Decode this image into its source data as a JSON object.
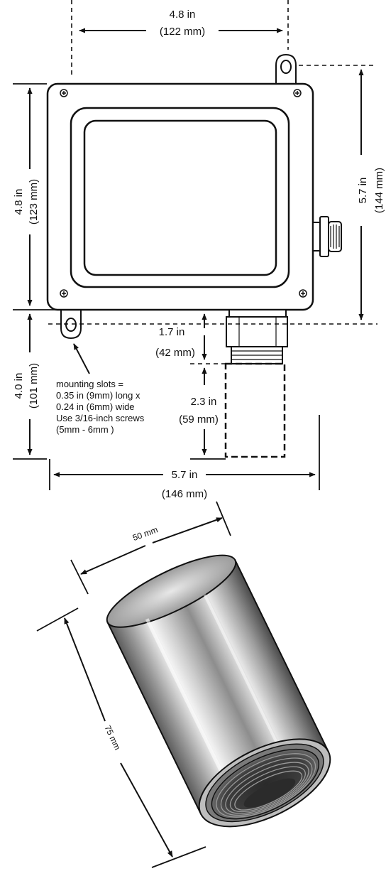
{
  "enclosure": {
    "width": {
      "in": "4.8 in",
      "mm": "(122 mm)"
    },
    "height": {
      "in": "4.8 in",
      "mm": "(123 mm)"
    },
    "overall_height": {
      "in": "5.7 in",
      "mm": "(144 mm)"
    },
    "below_height": {
      "in": "4.0 in",
      "mm": "(101 mm)"
    },
    "connector_length": {
      "in": "1.7 in",
      "mm": "(42 mm)"
    },
    "tube_length": {
      "in": "2.3 in",
      "mm": "(59 mm)"
    },
    "overall_width": {
      "in": "5.7 in",
      "mm": "(146 mm)"
    },
    "mounting_note": [
      "mounting  slots =",
      "0.35 in (9mm) long x",
      "0.24 in (6mm) wide",
      "Use 3/16-inch screws",
      "(5mm - 6mm )"
    ]
  },
  "tube": {
    "diameter": "50 mm",
    "length": "75 mm"
  }
}
